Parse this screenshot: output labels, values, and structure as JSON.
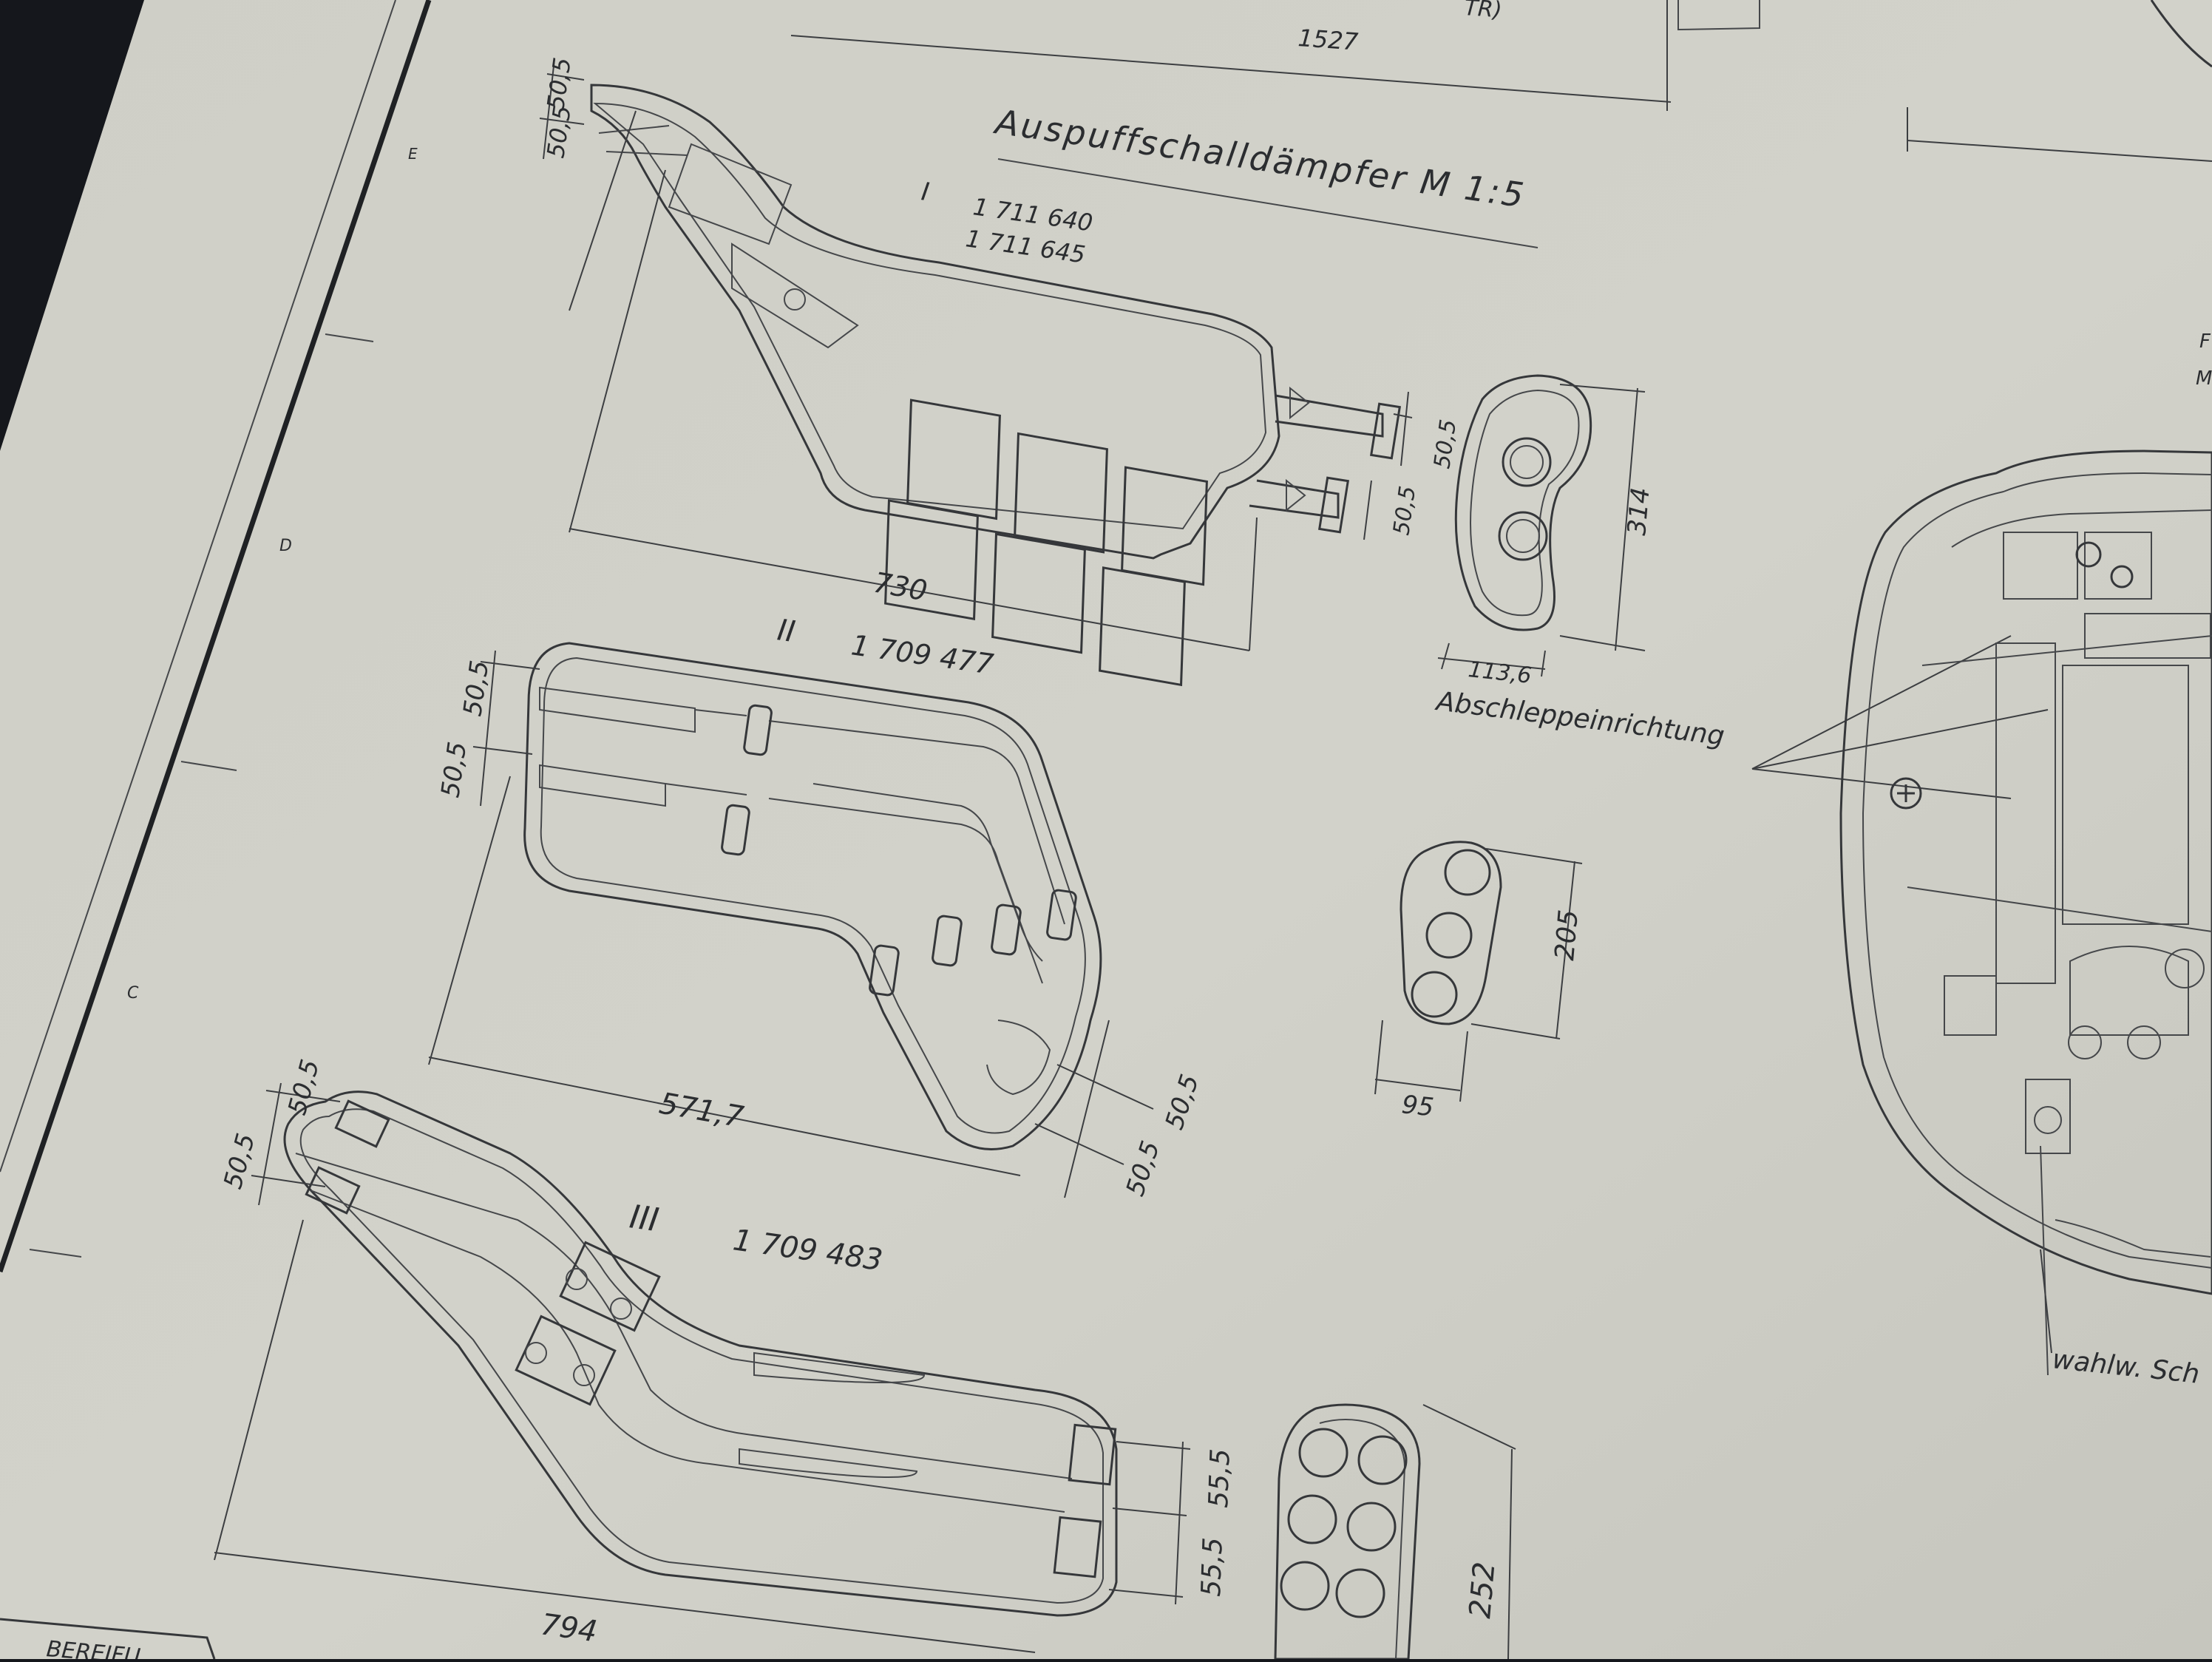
{
  "drawing": {
    "title": "Auspuffschalldämpfer  M 1:5",
    "top_dimension": "1527",
    "top_fragment": "TR)",
    "muffler_1": {
      "label": "I",
      "part_numbers": [
        "1 711 640",
        "1 711 645"
      ],
      "width": "730",
      "inlet_dims": [
        "50,5",
        "50,5"
      ],
      "outlet_dims": [
        "50,5",
        "50,5"
      ],
      "end_height": "314",
      "end_width": "113,6"
    },
    "muffler_2": {
      "label": "II",
      "part_number": "1 709 477",
      "width": "571,7",
      "inlet_dims": [
        "50,5",
        "50,5"
      ],
      "outlet_dims": [
        "50,5",
        "50,5"
      ],
      "end_height": "205",
      "end_width": "95"
    },
    "muffler_3": {
      "label": "III",
      "part_number": "1 709 483",
      "width": "794",
      "inlet_dims": [
        "50,5",
        "50,5"
      ],
      "outlet_dims": [
        "55,5",
        "55,5"
      ],
      "end_height": "252"
    },
    "tow_label": "Abschleppeinrichtung",
    "bottom_right_label": "wahlw. Sch",
    "bottom_left_label": "BEREIFU",
    "frame_letters": [
      "E",
      "D",
      "C"
    ],
    "right_edge_letters": [
      "F",
      "M"
    ]
  },
  "colors": {
    "paper": "#cfcfc6",
    "ink": "#2b2d30",
    "background": "#15171c"
  }
}
